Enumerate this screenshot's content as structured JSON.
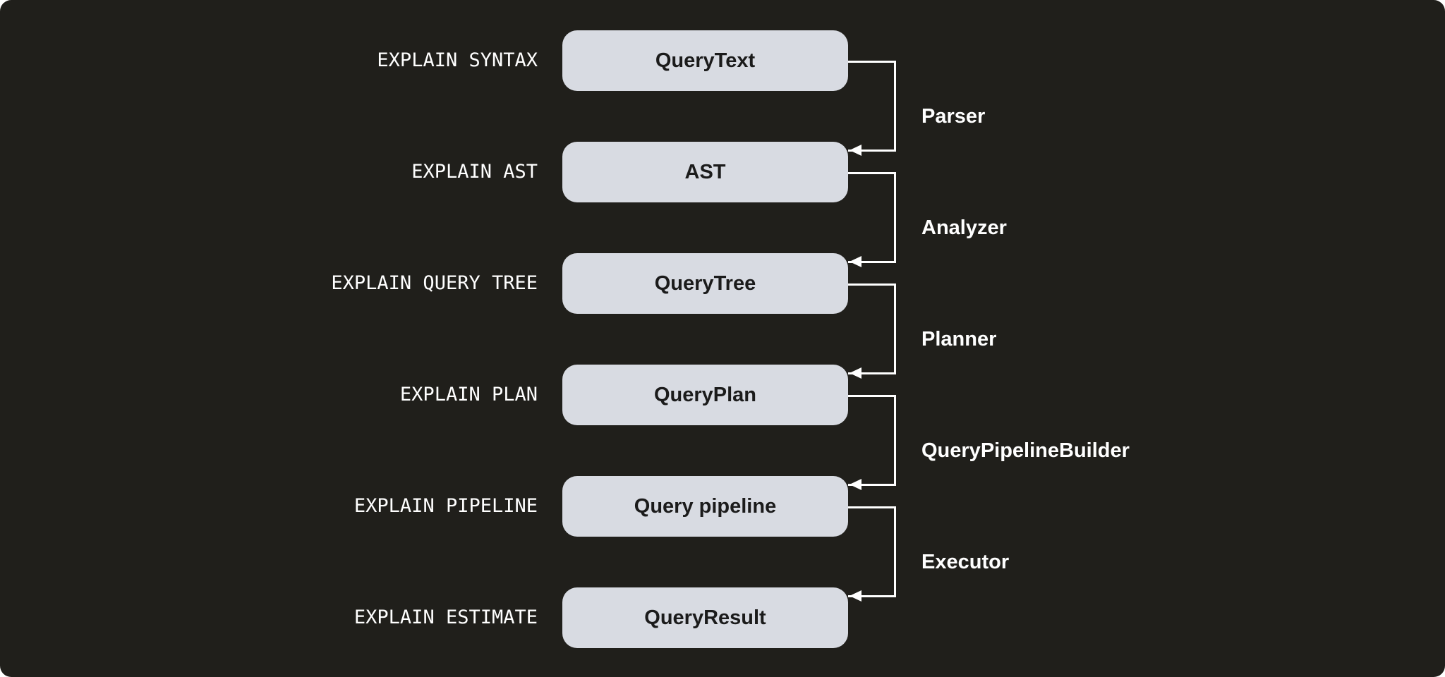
{
  "colors": {
    "background": "#201f1b",
    "box_fill": "#d8dbe2",
    "box_text": "#1b1b1b",
    "label_text": "#ffffff",
    "connector": "#ffffff"
  },
  "rows": [
    {
      "command": "EXPLAIN SYNTAX",
      "stage": "QueryText"
    },
    {
      "command": "EXPLAIN AST",
      "stage": "AST"
    },
    {
      "command": "EXPLAIN QUERY TREE",
      "stage": "QueryTree"
    },
    {
      "command": "EXPLAIN PLAN",
      "stage": "QueryPlan"
    },
    {
      "command": "EXPLAIN PIPELINE",
      "stage": "Query pipeline"
    },
    {
      "command": "EXPLAIN ESTIMATE",
      "stage": "QueryResult"
    }
  ],
  "connectors": [
    {
      "label": "Parser"
    },
    {
      "label": "Analyzer"
    },
    {
      "label": "Planner"
    },
    {
      "label": "QueryPipelineBuilder"
    },
    {
      "label": "Executor"
    }
  ]
}
